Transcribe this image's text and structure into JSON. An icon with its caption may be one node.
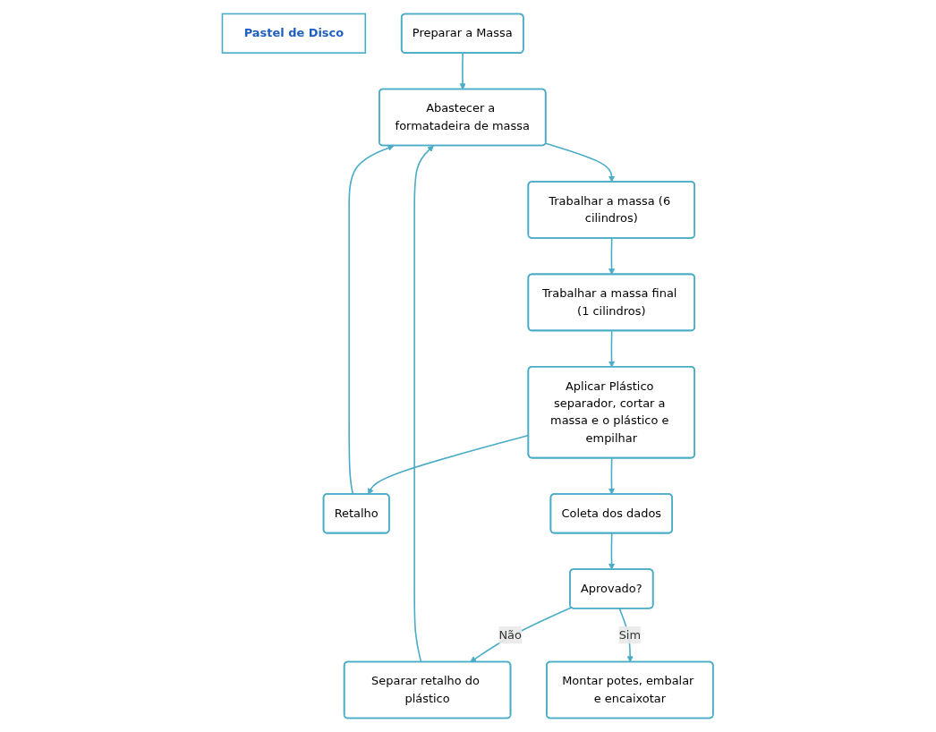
{
  "diagram": {
    "nodes": [
      {
        "text": [
          "Pastel de Disco"
        ]
      },
      {
        "text": [
          "Preparar a Massa"
        ]
      },
      {
        "text": [
          "Abastecer a formatadeira de massa"
        ]
      },
      {
        "text": [
          "Trabalhar a massa (6 cilindros)"
        ]
      },
      {
        "text": [
          "Trabalhar a massa final (1 cilindros)"
        ]
      },
      {
        "text": [
          "Aplicar Plástico separador, cortar a massa e o plástico e empilhar"
        ]
      },
      {
        "text": [
          "Retalho"
        ]
      },
      {
        "text": [
          "Coleta dos dados"
        ]
      },
      {
        "text": [
          "Aprovado?"
        ]
      },
      {
        "text": [
          "Separar retalho do plástico"
        ]
      },
      {
        "text": [
          "Montar potes, embalar e encaixotar"
        ]
      }
    ],
    "edges": [
      {
        "from": 1,
        "to": 2,
        "arrow": "to"
      },
      {
        "from": 2,
        "to": 3,
        "arrow": "to"
      },
      {
        "from": 3,
        "to": 4,
        "arrow": "to"
      },
      {
        "from": 4,
        "to": 5,
        "arrow": "to"
      },
      {
        "from": 5,
        "to": 6,
        "arrow": "to"
      },
      {
        "from": 6,
        "to": 2,
        "arrow": "to"
      },
      {
        "from": 5,
        "to": 7,
        "arrow": "to"
      },
      {
        "from": 7,
        "to": 8,
        "arrow": "to"
      },
      {
        "from": 8,
        "to": 9,
        "label": "Não",
        "arrow": "to"
      },
      {
        "from": 8,
        "to": 10,
        "label": "Sim",
        "arrow": "to"
      },
      {
        "from": 9,
        "to": 2,
        "arrow": "to"
      }
    ]
  }
}
